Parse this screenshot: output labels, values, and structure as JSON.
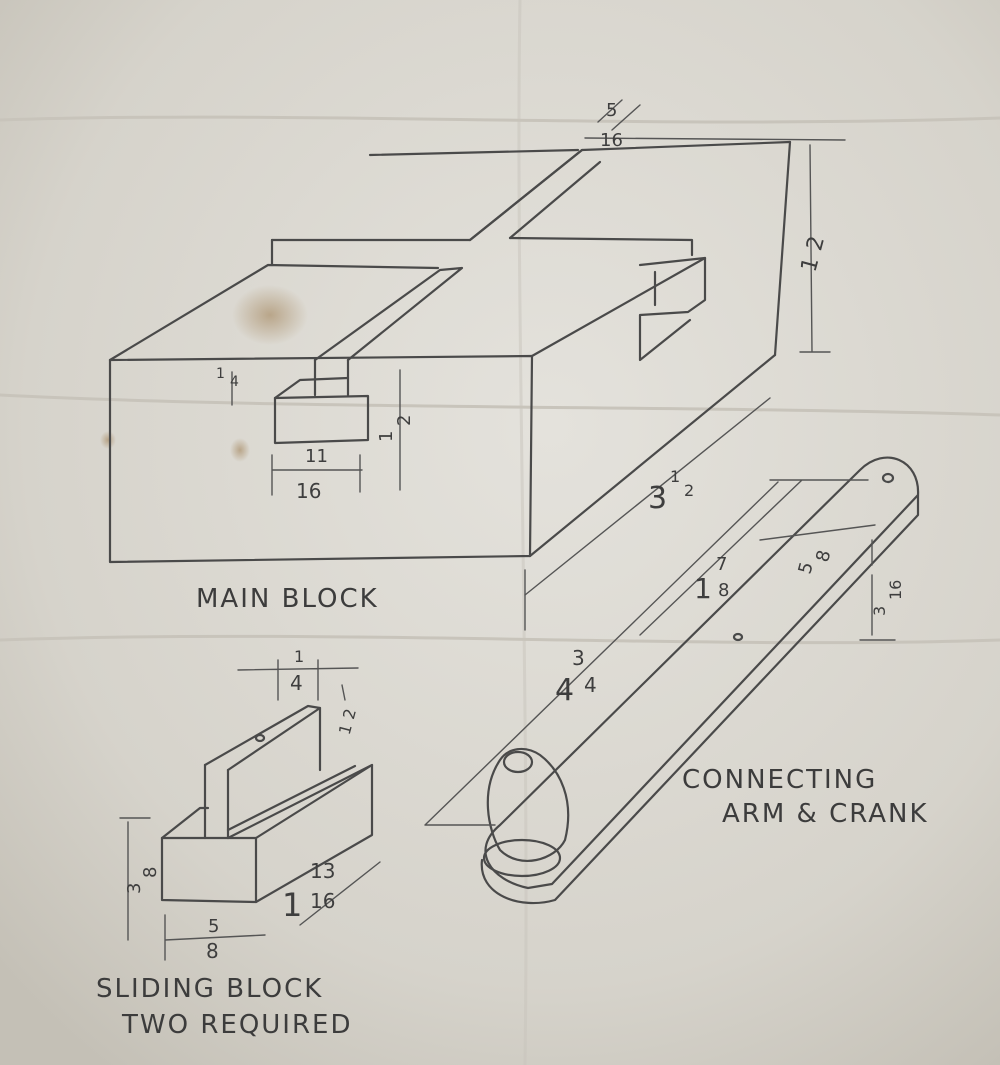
{
  "labels": {
    "main_block": "MAIN BLOCK",
    "sliding_block_line1": "SLIDING BLOCK",
    "sliding_block_line2": "TWO REQUIRED",
    "arm_line1": "CONNECTING",
    "arm_line2": "ARM & CRANK"
  },
  "dimensions": {
    "slot_width": {
      "whole": "",
      "num": "5",
      "den": "16"
    },
    "height": {
      "whole": "",
      "num": "1",
      "den": "2"
    },
    "length": {
      "whole": "3",
      "num": "1",
      "den": "2"
    },
    "groove_depth": {
      "whole": "",
      "num": "1",
      "den": "4"
    },
    "groove_width": {
      "whole": "",
      "num": "11",
      "den": "16"
    },
    "groove_height": {
      "whole": "",
      "num": "1",
      "den": "2"
    },
    "arm_length": {
      "whole": "4",
      "num": "3",
      "den": "4"
    },
    "pivot_distance": {
      "whole": "1",
      "num": "7",
      "den": "8"
    },
    "arm_width": {
      "whole": "",
      "num": "5",
      "den": "8"
    },
    "arm_thickness": {
      "whole": "",
      "num": "3",
      "den": "16"
    },
    "tab_width": {
      "whole": "",
      "num": "1",
      "den": "4"
    },
    "tab_height": {
      "whole": "",
      "num": "1",
      "den": "2"
    },
    "slide_height": {
      "whole": "",
      "num": "3",
      "den": "8"
    },
    "slide_width": {
      "whole": "",
      "num": "5",
      "den": "8"
    },
    "slide_length": {
      "whole": "1",
      "num": "13",
      "den": "16"
    }
  },
  "colors": {
    "paper": "#d9d6ce",
    "pencil": "#4a4a4a",
    "stain": "#a88a5c"
  }
}
